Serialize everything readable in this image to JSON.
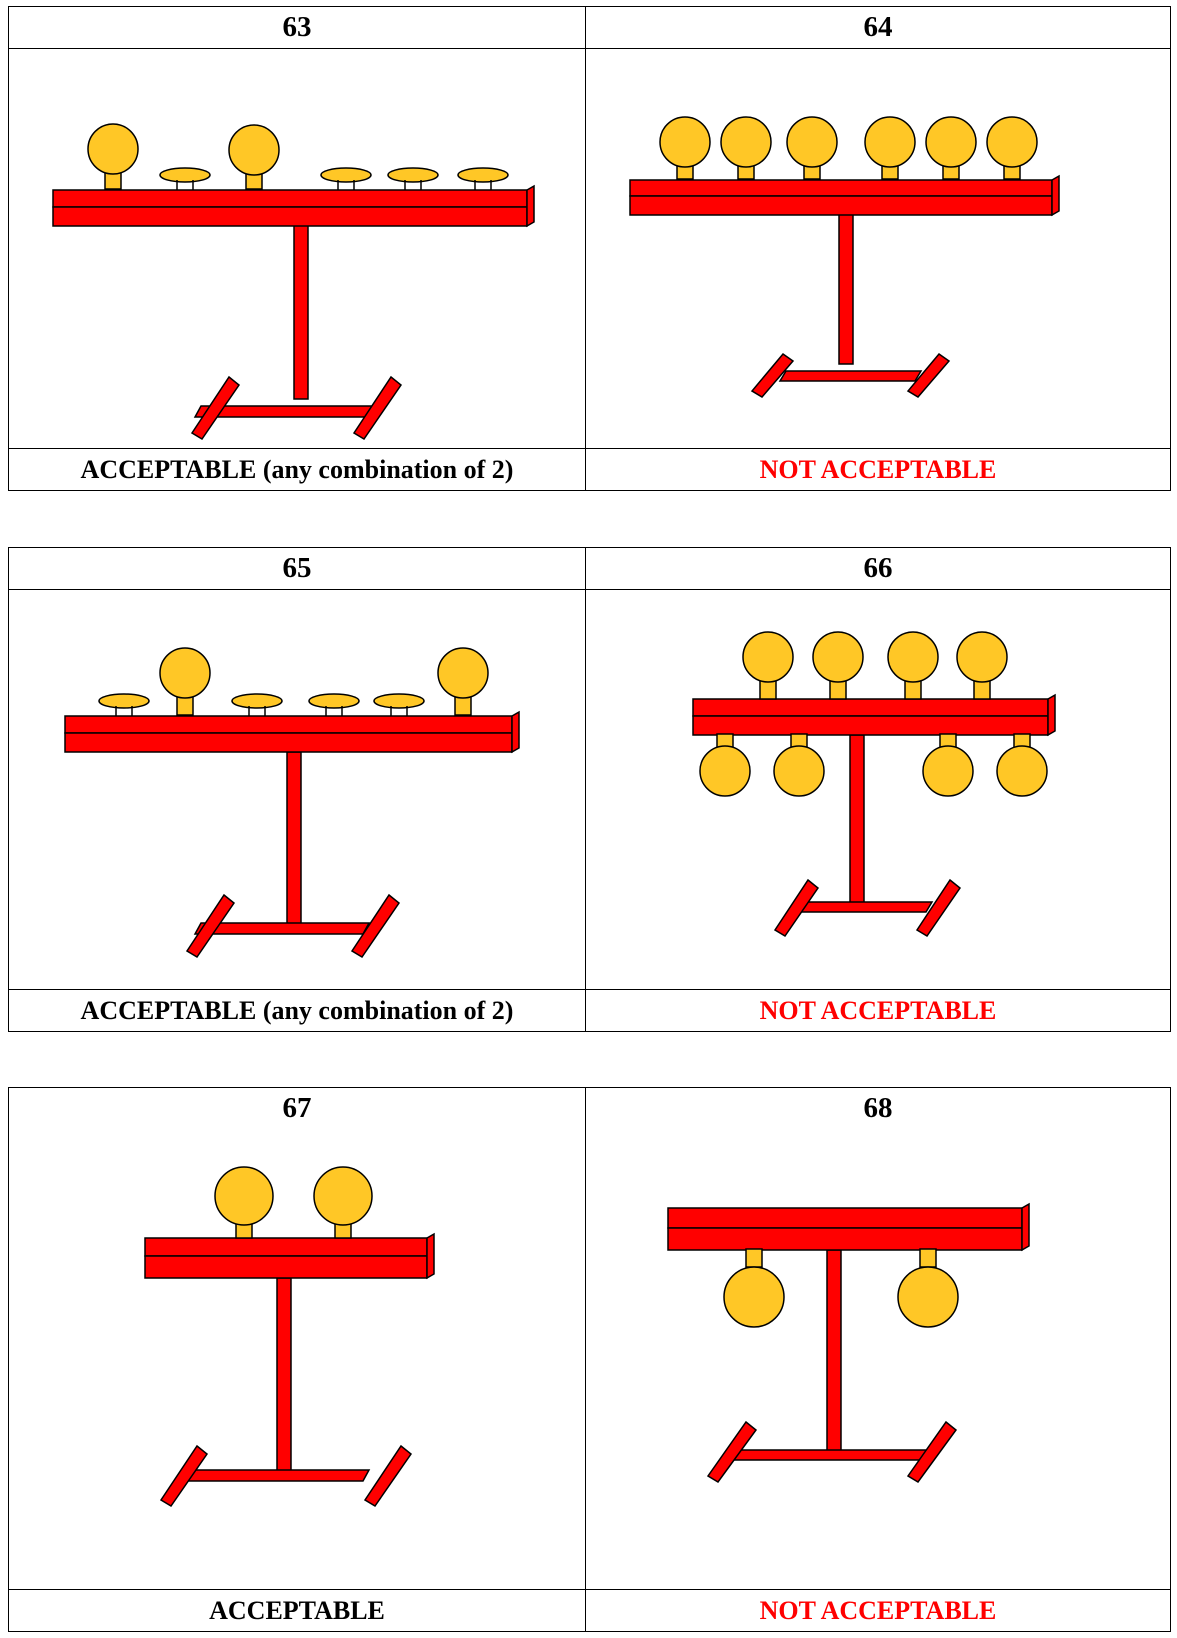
{
  "rows": [
    {
      "cells": [
        {
          "number": "63",
          "caption": "ACCEPTABLE (any combination of 2)",
          "status": "acceptable"
        },
        {
          "number": "64",
          "caption": "NOT ACCEPTABLE",
          "status": "not-acceptable"
        }
      ]
    },
    {
      "cells": [
        {
          "number": "65",
          "caption": "ACCEPTABLE (any combination of 2)",
          "status": "acceptable"
        },
        {
          "number": "66",
          "caption": "NOT ACCEPTABLE",
          "status": "not-acceptable"
        }
      ]
    },
    {
      "cells": [
        {
          "number": "67",
          "caption": "ACCEPTABLE",
          "status": "acceptable"
        },
        {
          "number": "68",
          "caption": "NOT ACCEPTABLE",
          "status": "not-acceptable"
        }
      ]
    }
  ],
  "colors": {
    "stand_red": "#ff0000",
    "plate_yellow": "#ffc726",
    "ok_text": "#000000",
    "bad_text": "#ff0000"
  }
}
